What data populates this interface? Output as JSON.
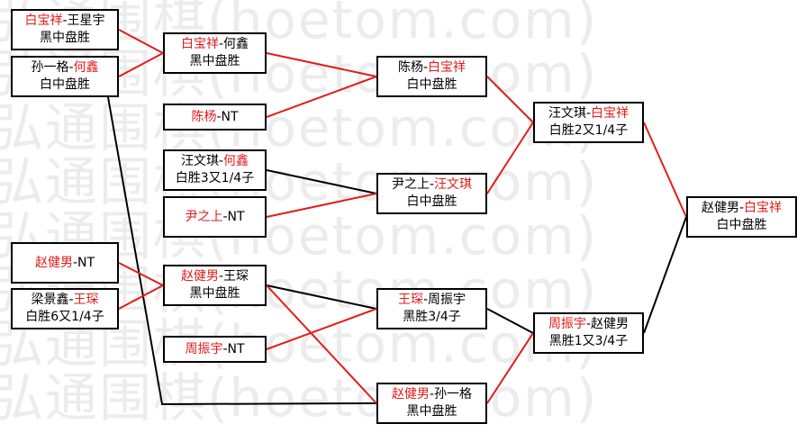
{
  "watermark": "弘通围棋(hoetom.com)",
  "matches": [
    {
      "id": "r1a",
      "p1": "白宝祥",
      "p2": "王星宇",
      "winner": 1,
      "result": "黑中盘胜"
    },
    {
      "id": "r1b",
      "p1": "孙一格",
      "p2": "何鑫",
      "winner": 2,
      "result": "白中盘胜"
    },
    {
      "id": "r2a",
      "p1": "白宝祥",
      "p2": "何鑫",
      "winner": 1,
      "result": "黑中盘胜"
    },
    {
      "id": "r2b",
      "p1": "陈杨",
      "p2": "NT",
      "winner": 1,
      "result": ""
    },
    {
      "id": "r2c",
      "p1": "汪文琪",
      "p2": "何鑫",
      "winner": 2,
      "result": "白胜3又1/4子"
    },
    {
      "id": "r2d",
      "p1": "尹之上",
      "p2": "NT",
      "winner": 1,
      "result": ""
    },
    {
      "id": "r1c",
      "p1": "赵健男",
      "p2": "NT",
      "winner": 1,
      "result": ""
    },
    {
      "id": "r1d",
      "p1": "梁景鑫",
      "p2": "王琛",
      "winner": 2,
      "result": "白胜6又1/4子"
    },
    {
      "id": "r2e",
      "p1": "赵健男",
      "p2": "王琛",
      "winner": 1,
      "result": "黑中盘胜"
    },
    {
      "id": "r2f",
      "p1": "周振宇",
      "p2": "NT",
      "winner": 1,
      "result": ""
    },
    {
      "id": "r3a",
      "p1": "陈杨",
      "p2": "白宝祥",
      "winner": 2,
      "result": "白中盘胜"
    },
    {
      "id": "r3b",
      "p1": "尹之上",
      "p2": "汪文琪",
      "winner": 2,
      "result": "白中盘胜"
    },
    {
      "id": "r3c",
      "p1": "王琛",
      "p2": "周振宇",
      "winner": 1,
      "result": "黑胜3/4子"
    },
    {
      "id": "r3d",
      "p1": "赵健男",
      "p2": "孙一格",
      "winner": 1,
      "result": "黑中盘胜"
    },
    {
      "id": "r4a",
      "p1": "汪文琪",
      "p2": "白宝祥",
      "winner": 2,
      "result": "白胜2又1/4子"
    },
    {
      "id": "r4b",
      "p1": "周振宇",
      "p2": "赵健男",
      "winner": 1,
      "result": "黑胜1又3/4子"
    },
    {
      "id": "final",
      "p1": "赵健男",
      "p2": "白宝祥",
      "winner": 2,
      "result": "白中盘胜"
    }
  ],
  "connectors": [
    {
      "from": "r1a",
      "to": "r2a",
      "color": "#e21b1b"
    },
    {
      "from": "r1b",
      "to": "r2a",
      "color": "#e21b1b"
    },
    {
      "from": "r1b",
      "to": "r3d",
      "color": "#000000"
    },
    {
      "from": "r2a",
      "to": "r3a",
      "color": "#e21b1b"
    },
    {
      "from": "r2b",
      "to": "r3a",
      "color": "#e21b1b"
    },
    {
      "from": "r2c",
      "to": "r3b",
      "color": "#000000"
    },
    {
      "from": "r2d",
      "to": "r3b",
      "color": "#e21b1b"
    },
    {
      "from": "r1c",
      "to": "r2e",
      "color": "#e21b1b"
    },
    {
      "from": "r1d",
      "to": "r2e",
      "color": "#e21b1b"
    },
    {
      "from": "r2e",
      "to": "r3c",
      "color": "#000000"
    },
    {
      "from": "r2e",
      "to": "r3d",
      "color": "#e21b1b"
    },
    {
      "from": "r2f",
      "to": "r3c",
      "color": "#e21b1b"
    },
    {
      "from": "r3a",
      "to": "r4a",
      "color": "#e21b1b"
    },
    {
      "from": "r3b",
      "to": "r4a",
      "color": "#e21b1b"
    },
    {
      "from": "r3c",
      "to": "r4b",
      "color": "#000000"
    },
    {
      "from": "r3d",
      "to": "r4b",
      "color": "#e21b1b"
    },
    {
      "from": "r4a",
      "to": "final",
      "color": "#e21b1b"
    },
    {
      "from": "r4b",
      "to": "final",
      "color": "#000000"
    }
  ]
}
